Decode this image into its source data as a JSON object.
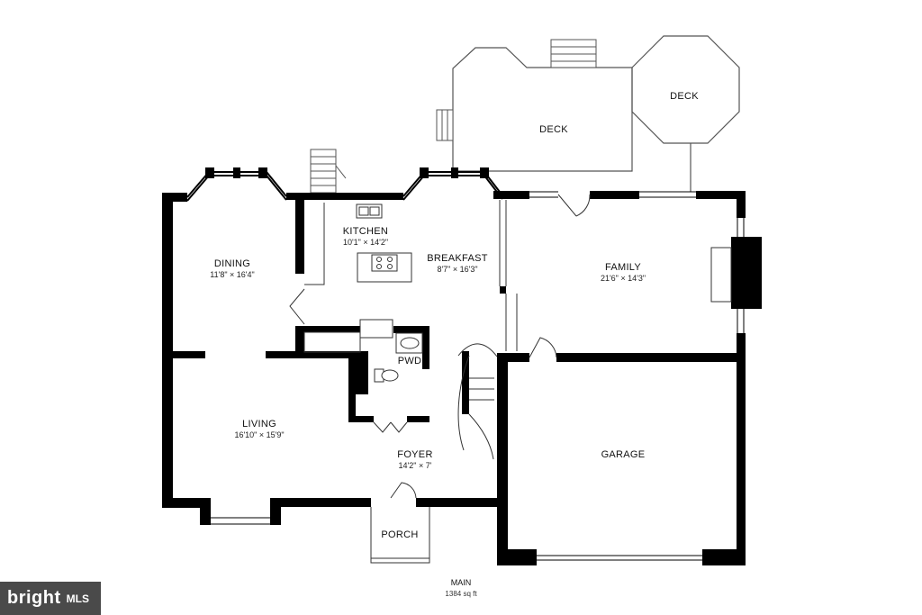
{
  "rooms": {
    "deck_main": {
      "name": "DECK"
    },
    "deck_octagon": {
      "name": "DECK"
    },
    "kitchen": {
      "name": "KITCHEN",
      "dims": "10'1\" × 14'2\""
    },
    "breakfast": {
      "name": "BREAKFAST",
      "dims": "8'7\" × 16'3\""
    },
    "dining": {
      "name": "DINING",
      "dims": "11'8\" × 16'4\""
    },
    "family": {
      "name": "FAMILY",
      "dims": "21'6\" × 14'3\""
    },
    "living": {
      "name": "LIVING",
      "dims": "16'10\" × 15'9\""
    },
    "foyer": {
      "name": "FOYER",
      "dims": "14'2\" × 7'"
    },
    "pwd": {
      "name": "PWD"
    },
    "garage": {
      "name": "GARAGE"
    },
    "porch": {
      "name": "PORCH"
    }
  },
  "footer": {
    "level": "MAIN",
    "area": "1384 sq ft"
  },
  "badge": {
    "brand": "bright",
    "mls": "MLS"
  },
  "colors": {
    "wall": "#000000",
    "line": "#555555",
    "background": "#ffffff",
    "badge": "#4a4a4a"
  }
}
